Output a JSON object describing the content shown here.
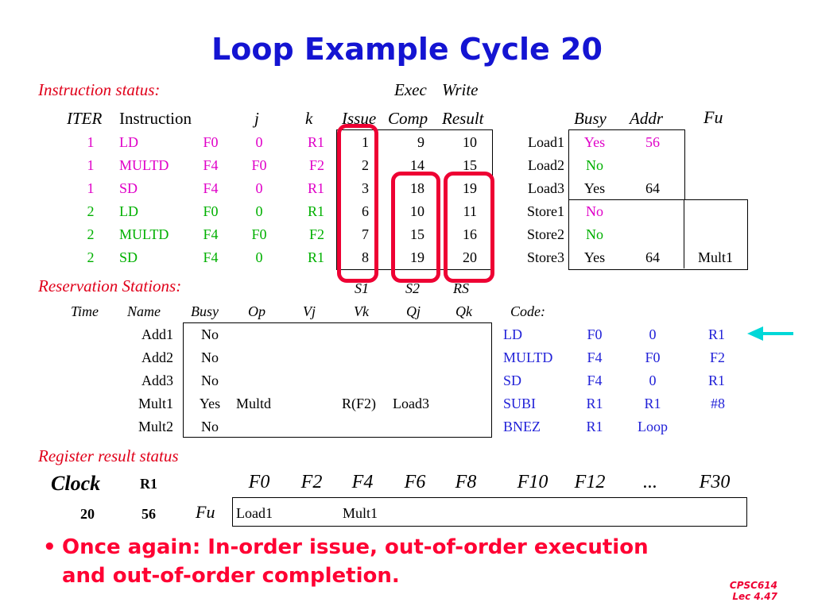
{
  "title": "Loop Example Cycle 20",
  "instruction_status": {
    "label": "Instruction status:",
    "exec_label": "Exec",
    "write_label": "Write",
    "headers": {
      "iter": "ITER",
      "instruction": "Instruction",
      "j": "j",
      "k": "k",
      "issue": "Issue",
      "comp": "Comp",
      "result": "Result"
    },
    "rows": [
      {
        "iter": "1",
        "op": "LD",
        "dest": "F0",
        "j": "0",
        "k": "R1",
        "issue": "1",
        "comp": "9",
        "result": "10"
      },
      {
        "iter": "1",
        "op": "MULTD",
        "dest": "F4",
        "j": "F0",
        "k": "F2",
        "issue": "2",
        "comp": "14",
        "result": "15"
      },
      {
        "iter": "1",
        "op": "SD",
        "dest": "F4",
        "j": "0",
        "k": "R1",
        "issue": "3",
        "comp": "18",
        "result": "19"
      },
      {
        "iter": "2",
        "op": "LD",
        "dest": "F0",
        "j": "0",
        "k": "R1",
        "issue": "6",
        "comp": "10",
        "result": "11"
      },
      {
        "iter": "2",
        "op": "MULTD",
        "dest": "F4",
        "j": "F0",
        "k": "F2",
        "issue": "7",
        "comp": "15",
        "result": "16"
      },
      {
        "iter": "2",
        "op": "SD",
        "dest": "F4",
        "j": "0",
        "k": "R1",
        "issue": "8",
        "comp": "19",
        "result": "20"
      }
    ]
  },
  "buffers": {
    "headers": {
      "busy": "Busy",
      "addr": "Addr",
      "fu": "Fu"
    },
    "rows": [
      {
        "name": "Load1",
        "busy": "Yes",
        "addr": "56",
        "fu": ""
      },
      {
        "name": "Load2",
        "busy": "No",
        "addr": "",
        "fu": ""
      },
      {
        "name": "Load3",
        "busy": "Yes",
        "addr": "64",
        "fu": ""
      },
      {
        "name": "Store1",
        "busy": "No",
        "addr": "",
        "fu": ""
      },
      {
        "name": "Store2",
        "busy": "No",
        "addr": "",
        "fu": ""
      },
      {
        "name": "Store3",
        "busy": "Yes",
        "addr": "64",
        "fu": "Mult1"
      }
    ]
  },
  "reservation_stations": {
    "label": "Reservation Stations:",
    "super": {
      "s1": "S1",
      "s2": "S2",
      "rs": "RS"
    },
    "headers": {
      "time": "Time",
      "name": "Name",
      "busy": "Busy",
      "op": "Op",
      "vj": "Vj",
      "vk": "Vk",
      "qj": "Qj",
      "qk": "Qk",
      "code": "Code:"
    },
    "rows": [
      {
        "time": "",
        "name": "Add1",
        "busy": "No",
        "op": "",
        "vj": "",
        "vk": "",
        "qj": "",
        "qk": ""
      },
      {
        "time": "",
        "name": "Add2",
        "busy": "No",
        "op": "",
        "vj": "",
        "vk": "",
        "qj": "",
        "qk": ""
      },
      {
        "time": "",
        "name": "Add3",
        "busy": "No",
        "op": "",
        "vj": "",
        "vk": "",
        "qj": "",
        "qk": ""
      },
      {
        "time": "",
        "name": "Mult1",
        "busy": "Yes",
        "op": "Multd",
        "vj": "",
        "vk": "R(F2)",
        "qj": "Load3",
        "qk": ""
      },
      {
        "time": "",
        "name": "Mult2",
        "busy": "No",
        "op": "",
        "vj": "",
        "vk": "",
        "qj": "",
        "qk": ""
      }
    ]
  },
  "code": [
    {
      "op": "LD",
      "a": "F0",
      "b": "0",
      "c": "R1"
    },
    {
      "op": "MULTD",
      "a": "F4",
      "b": "F0",
      "c": "F2"
    },
    {
      "op": "SD",
      "a": "F4",
      "b": "0",
      "c": "R1"
    },
    {
      "op": "SUBI",
      "a": "R1",
      "b": "R1",
      "c": "#8"
    },
    {
      "op": "BNEZ",
      "a": "R1",
      "b": "Loop",
      "c": ""
    }
  ],
  "register_status": {
    "label": "Register result status",
    "clock_label": "Clock",
    "r1_label": "R1",
    "clock_value": "20",
    "r1_value": "56",
    "fu_label": "Fu",
    "registers": [
      "F0",
      "F2",
      "F4",
      "F6",
      "F8",
      "F10",
      "F12",
      "...",
      "F30"
    ],
    "values": [
      "Load1",
      "",
      "Mult1",
      "",
      "",
      "",
      "",
      "",
      ""
    ]
  },
  "bullet": {
    "symbol": "•",
    "line1": "Once again: In-order issue, out-of-order execution",
    "line2": "and out-of-order completion."
  },
  "footer": {
    "course": "CPSC614",
    "lecture": "Lec 4.47"
  },
  "colors": {
    "title": "#1414d2",
    "section": "#e0001a",
    "iter1": "#e000c8",
    "iter2": "#00b000",
    "code": "#2222d8",
    "highlight": "#ee0033",
    "arrow": "#00d8d8"
  },
  "icons": {
    "current_instruction_pointer": "arrow-left-icon"
  }
}
